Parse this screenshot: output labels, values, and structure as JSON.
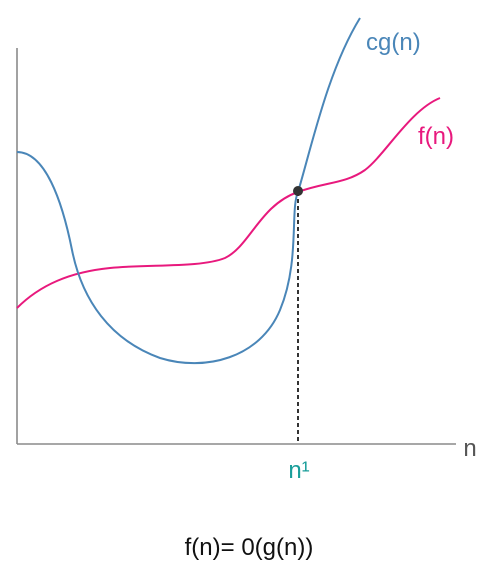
{
  "diagram": {
    "axis": {
      "x_label": "n"
    },
    "curves": [
      {
        "key": "cg",
        "label": "cg(n)",
        "color": "#4a86b8"
      },
      {
        "key": "f",
        "label": "f(n)",
        "color": "#e8197d"
      }
    ],
    "intersection": {
      "label": "n¹",
      "label_color": "#1a9e9a",
      "point_color": "#333333"
    },
    "formula": "f(n)= 0(g(n))"
  }
}
